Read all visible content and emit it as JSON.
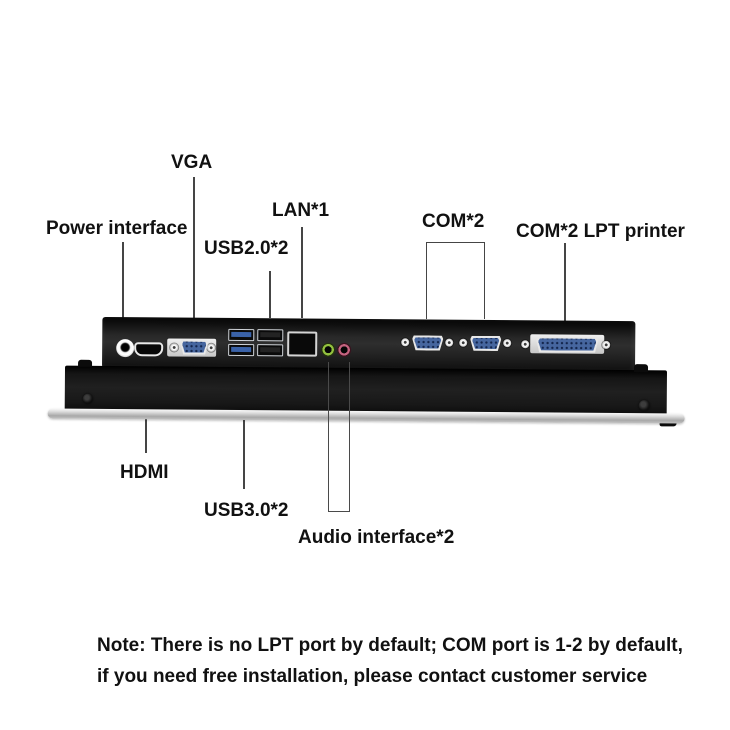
{
  "callouts": {
    "power": "Power interface",
    "vga": "VGA",
    "usb2": "USB2.0*2",
    "lan": "LAN*1",
    "com": "COM*2",
    "lpt": "COM*2 LPT printer",
    "hdmi": "HDMI",
    "usb3": "USB3.0*2",
    "audio": "Audio interface*2"
  },
  "note": {
    "line1": "Note: There is no LPT port by default; COM port is 1-2 by default,",
    "line2": "if you need free installation, please contact customer service"
  },
  "device": {
    "ports": [
      "power-jack",
      "hdmi-port",
      "vga-port",
      "usb3.0-port-x2",
      "usb2.0-port-x2",
      "lan-rj45-port",
      "line-out-jack",
      "mic-jack",
      "com-db9-port-1",
      "com-db9-port-2",
      "lpt-db25-port"
    ],
    "colors": {
      "chassis_black": "#1d1d1d",
      "trim_silver": "#c8c8c8",
      "connector_blue": "#46669f",
      "audio_green": "#8fbe3f",
      "audio_pink": "#c4637f"
    }
  }
}
